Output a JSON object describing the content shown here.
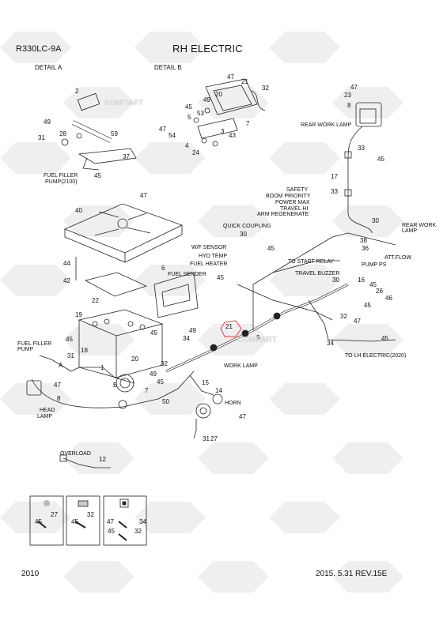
{
  "header": {
    "model": "R330LC-9A",
    "title": "RH ELECTRIC"
  },
  "details": {
    "a_label": "DETAIL  A",
    "b_label": "DETAIL  B",
    "fuel_filler_pump_2100": [
      "FUEL FILLER",
      "PUMP(2100)"
    ]
  },
  "labels": {
    "rear_work_lamp": "REAR WORK LAMP",
    "safety": "SAFETY",
    "boom_priority": "BOOM PRIORITY",
    "power_max": "POWER MAX",
    "travel_hi": "TRAVEL HI",
    "arm_regenerate": "ARM REGENERATE",
    "quick_coupling": "QUICK COUPLING",
    "wf_sensor": "W/F SENSOR",
    "hyd_temp": "HYD TEMP",
    "fuel_heater": "FUEL HEATER",
    "fuel_sender": "FUEL SENDER",
    "to_start_relay": "TO START RELAY",
    "travel_buzzer": "TRAVEL BUZZER",
    "rear_work_lamp_2": [
      "REAR WORK",
      "LAMP"
    ],
    "att_flow": "ATT.FLOW",
    "pump_ps": "PUMP PS",
    "fuel_filler_pump": [
      "FUEL FILLER",
      "PUMP"
    ],
    "head_lamp": [
      "HEAD",
      "LAMP"
    ],
    "work_lamp": "WORK LAMP",
    "horn": "HORN",
    "overload": "OVERLOAD",
    "to_lh_electric": "TO LH ELECTRIC(2020)"
  },
  "parts": {
    "p1": "1",
    "p2": "2",
    "p3": "3",
    "p4": "4",
    "p5": "5",
    "p6": "6",
    "p7": "7",
    "p8": "8",
    "p9": "9",
    "p12": "12",
    "p14": "14",
    "p15": "15",
    "p16": "16",
    "p17": "17",
    "p18": "18",
    "p19": "19",
    "p20": "20",
    "p21": "21",
    "p22": "22",
    "p23": "23",
    "p24": "24",
    "p26": "26",
    "p27": "27",
    "p28": "28",
    "p30": "30",
    "p31": "31",
    "p32": "32",
    "p33": "33",
    "p34": "34",
    "p36": "36",
    "p37": "37",
    "p38": "38",
    "p40": "40",
    "p42": "42",
    "p43": "43",
    "p44": "44",
    "p45": "45",
    "p46": "46",
    "p47": "47",
    "p49": "49",
    "p50": "50",
    "p53": "53",
    "p54": "54",
    "p59": "59",
    "ca": "A",
    "cb": "B"
  },
  "watermark": [
    "КОМПАРТ",
    "COMPART"
  ],
  "footer": {
    "group": "2010",
    "revision": "2015. 5.31  REV.15E"
  },
  "colors": {
    "line": "#222222",
    "watermark_text": "#d7d7d7",
    "watermark_shape": "#eeeeee",
    "highlight": "#e03a3a"
  }
}
